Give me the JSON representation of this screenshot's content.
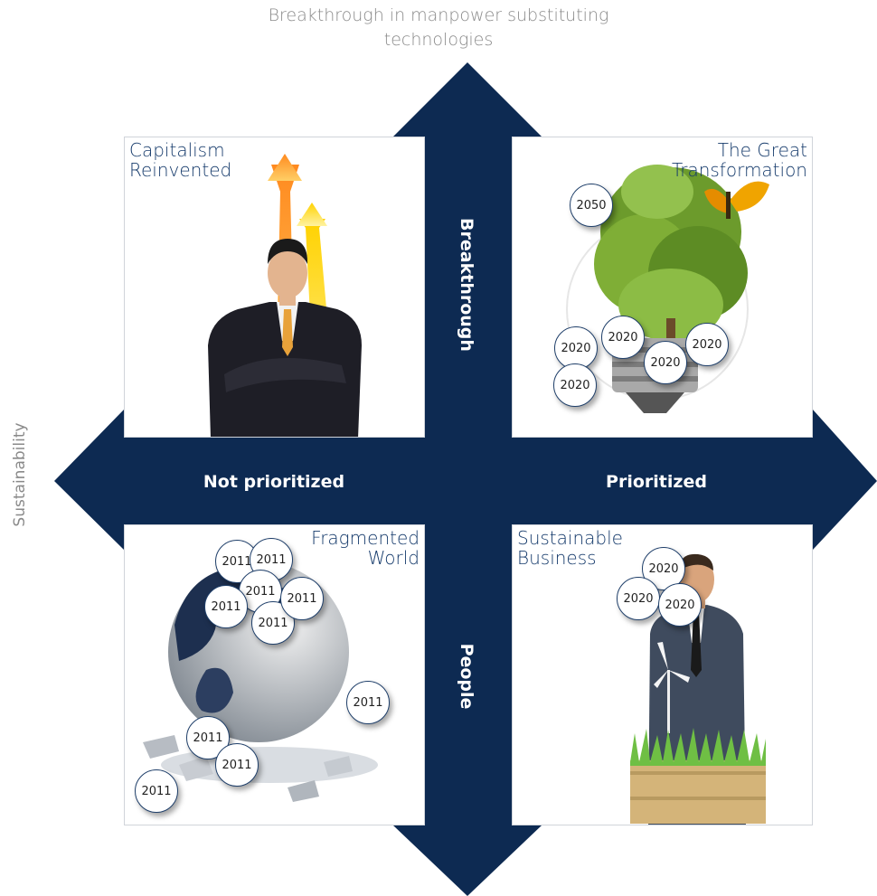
{
  "top_label": "Breakthrough in manpower substituting technologies",
  "side_label": "Sustainability",
  "axis": {
    "breakthrough": "Breakthrough",
    "people": "People",
    "not_prioritized": "Not prioritized",
    "prioritized": "Prioritized"
  },
  "quadrants": {
    "tl": {
      "title_line1": "Capitalism",
      "title_line2": "Reinvented"
    },
    "tr": {
      "title_line1": "The Great",
      "title_line2": "Transformation"
    },
    "bl": {
      "title_line1": "Fragmented",
      "title_line2": "World"
    },
    "br": {
      "title_line1": "Sustainable",
      "title_line2": "Business"
    }
  },
  "badges": {
    "tr": [
      "2050",
      "2020",
      "2020",
      "2020",
      "2020",
      "2020"
    ],
    "bl": [
      "2011",
      "2011",
      "2011",
      "2011",
      "2011",
      "2011",
      "2011",
      "2011",
      "2011"
    ],
    "br": [
      "2020",
      "2020",
      "2020"
    ]
  },
  "colors": {
    "navy": "#0d2a52",
    "title": "#153a6b",
    "grey": "#8a8a8a"
  }
}
